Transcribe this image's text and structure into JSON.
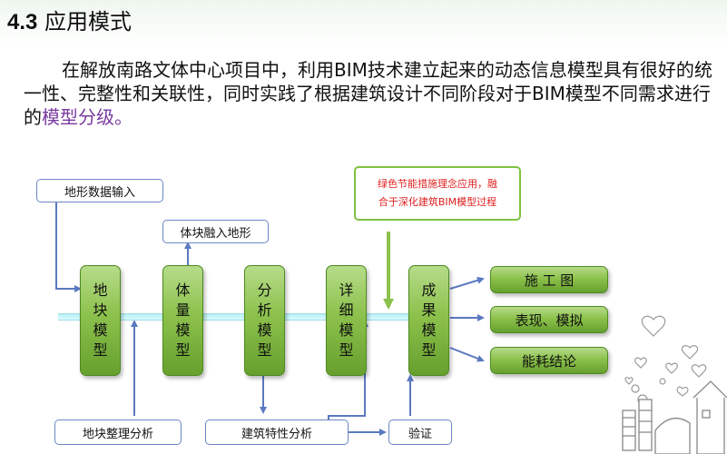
{
  "title": {
    "number": "4.3",
    "text": " 应用模式"
  },
  "intro": {
    "text": "在解放南路文体中心项目中，利用BIM技术建立起来的动态信息模型具有很好的统一性、完整性和关联性，同时实践了根据建筑设计不同阶段对于BIM模型不同需求进行的",
    "highlight": "模型分级。"
  },
  "diagram": {
    "input_terrain": "地形数据输入",
    "mass_terrain": "体块融入地形",
    "note_line1": "绿色节能措施理念应用，融",
    "note_line2": "合于深化建筑BIM模型过程",
    "stages": [
      {
        "chars": [
          "地",
          "块",
          "模",
          "型"
        ]
      },
      {
        "chars": [
          "体",
          "量",
          "模",
          "型"
        ]
      },
      {
        "chars": [
          "分",
          "析",
          "模",
          "型"
        ]
      },
      {
        "chars": [
          "详",
          "细",
          "模",
          "型"
        ]
      },
      {
        "chars": [
          "成",
          "果",
          "模",
          "型"
        ]
      }
    ],
    "outputs": [
      "施 工 图",
      "表现、模拟",
      "能耗结论"
    ],
    "bottom_site": "地块整理分析",
    "bottom_arch": "建筑特性分析",
    "bottom_verify": "验证"
  },
  "colors": {
    "box_border": "#6c86c4",
    "arrow": "#5b79c0",
    "stage_green": "#8cc14c",
    "note_border": "#7fc241",
    "note_text": "#e02020",
    "highlight": "#7a3aa0"
  },
  "decoration": {
    "icon": "factory-hearts-icon"
  }
}
